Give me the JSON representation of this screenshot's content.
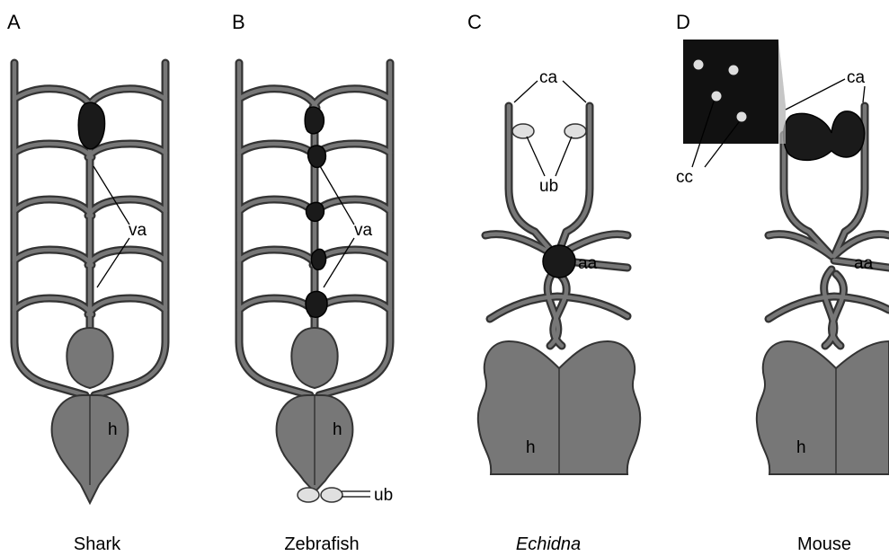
{
  "panels": [
    {
      "letter": "A",
      "caption": "Shark",
      "italic": false
    },
    {
      "letter": "B",
      "caption": "Zebrafish",
      "italic": false
    },
    {
      "letter": "C",
      "caption": "Echidna",
      "italic": true
    },
    {
      "letter": "D",
      "caption": "Mouse",
      "italic": false
    }
  ],
  "labels": {
    "va": "va",
    "h": "h",
    "ub": "ub",
    "ca": "ca",
    "aa": "aa",
    "cc": "cc"
  },
  "colors": {
    "vessel_outline": "#333333",
    "vessel_fill": "#777777",
    "gland": "#1a1a1a",
    "ultimobranchial_body": "#e0e0e0",
    "inset_background": "#111111",
    "inset_cells": "#dddddd"
  }
}
